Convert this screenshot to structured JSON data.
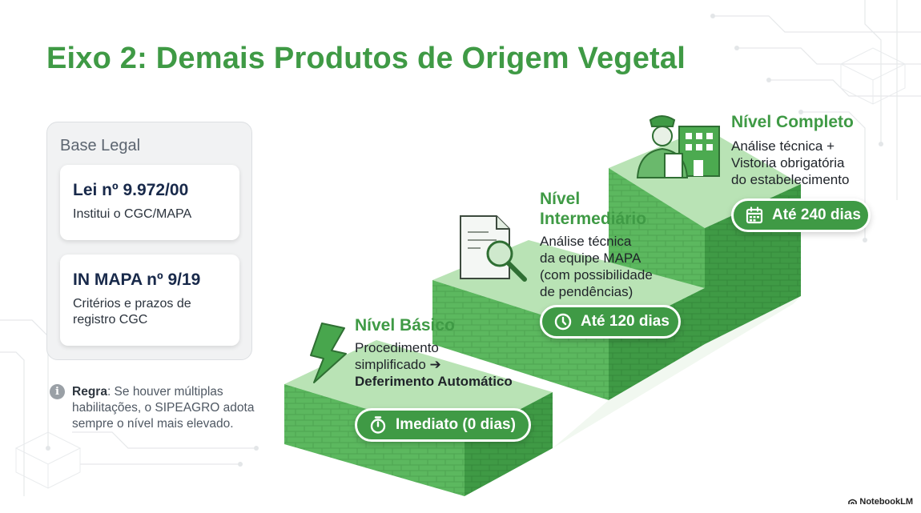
{
  "title": "Eixo 2: Demais Produtos de Origem Vegetal",
  "legal": {
    "heading": "Base Legal",
    "cards": [
      {
        "title": "Lei nº 9.972/00",
        "description": "Institui o CGC/MAPA"
      },
      {
        "title": "IN MAPA nº 9/19",
        "description": "Critérios e prazos de registro CGC"
      }
    ]
  },
  "rule": {
    "label": "Regra",
    "text": ": Se houver múltiplas habilitações, o SIPEAGRO adota sempre o nível mais elevado."
  },
  "levels": [
    {
      "title": "Nível Básico",
      "description_lines": [
        "Procedimento",
        "simplificado ➔"
      ],
      "description_strong": "Deferimento Automático",
      "badge": "Imediato (0 dias)",
      "icon": "lightning-bolt-icon",
      "badge_icon": "stopwatch-icon"
    },
    {
      "title_lines": [
        "Nível",
        "Intermediário"
      ],
      "description_lines": [
        "Análise técnica",
        "da equipe MAPA",
        "(com possibilidade",
        "de pendências)"
      ],
      "badge": "Até 120 dias",
      "icon": "document-search-icon",
      "badge_icon": "clock-icon"
    },
    {
      "title": "Nível Completo",
      "description_lines": [
        "Análise técnica +",
        "Vistoria obrigatória",
        "do estabelecimento"
      ],
      "badge": "Até 240 dias",
      "icon": "inspector-building-icon",
      "badge_icon": "calendar-icon"
    }
  ],
  "brand": "NotebookLM",
  "colors": {
    "accent": "#3f9a45",
    "heading_navy": "#18294a"
  }
}
